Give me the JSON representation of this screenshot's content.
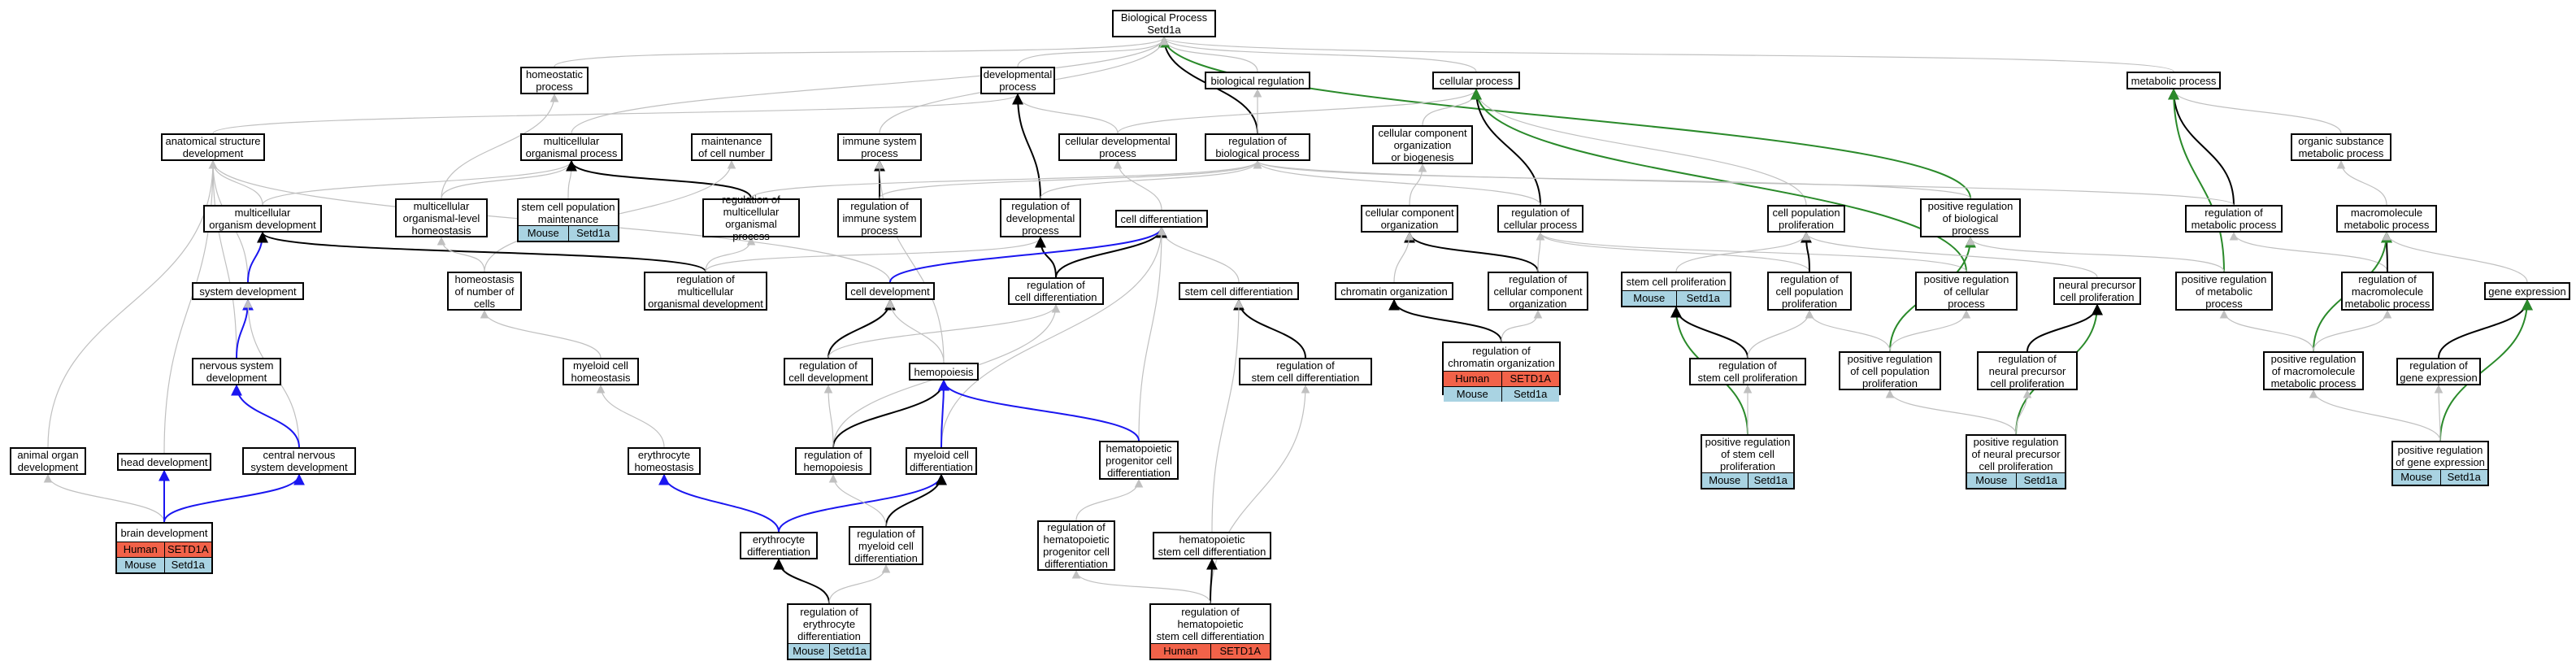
{
  "colors": {
    "gray": "#c0c0c0",
    "black": "#000000",
    "blue": "#1a16f0",
    "green": "#2a8a2a",
    "human": "#f26249",
    "mouse": "#a9d3e2"
  },
  "nodes": {
    "bp": "Biological Process\nSetd1a",
    "homeostatic": "homeostatic\nprocess",
    "dev_proc": "developmental\nprocess",
    "bio_reg": "biological regulation",
    "cell_proc": "cellular process",
    "metabolic": "metabolic process",
    "anat": "anatomical structure\ndevelopment",
    "mult_org": "multicellular\norganismal process",
    "maint_num": "maintenance\nof cell number",
    "immune": "immune system\nprocess",
    "cell_dev_proc": "cellular developmental\nprocess",
    "reg_bio": "regulation of\nbiological process",
    "cc_org": "cellular component\norganization\nor biogenesis",
    "org_sub": "organic substance\nmetabolic process",
    "mult_dev": "multicellular\norganism development",
    "org_homeo": "multicellular\norganismal-level\nhomeostasis",
    "scpm": "stem cell population\nmaintenance",
    "reg_mult_org": "regulation of\nmulticellular\norganismal process",
    "reg_immune": "regulation of\nimmune system\nprocess",
    "reg_dev": "regulation of\ndevelopmental\nprocess",
    "cell_diff": "cell differentiation",
    "cc_organization": "cellular component\norganization",
    "reg_cell_proc": "regulation of\ncellular process",
    "cpp": "cell population\nproliferation",
    "pos_reg_bio": "positive regulation\nof biological\nprocess",
    "reg_met": "regulation of\nmetabolic process",
    "macro_met": "macromolecule\nmetabolic process",
    "sys_dev": "system development",
    "homeo_num": "homeostasis\nof number of\ncells",
    "reg_mult_dev": "regulation of\nmulticellular\norganismal development",
    "cell_dev": "cell development",
    "reg_cell_diff": "regulation of\ncell differentiation",
    "stem_diff": "stem cell differentiation",
    "chrom_org": "chromatin organization",
    "reg_cc_org": "regulation of\ncellular component\norganization",
    "scp": "stem cell proliferation",
    "reg_cpp": "regulation of\ncell population\nproliferation",
    "pos_reg_cell": "positive regulation\nof cellular\nprocess",
    "npcp": "neural precursor\ncell proliferation",
    "pos_reg_met": "positive regulation\nof metabolic\nprocess",
    "reg_macro": "regulation of\nmacromolecule\nmetabolic process",
    "gene_exp": "gene expression",
    "nsd": "nervous system\ndevelopment",
    "myeloid_homeo": "myeloid cell\nhomeostasis",
    "reg_cell_dev": "regulation of\ncell development",
    "hemopoiesis": "hemopoiesis",
    "reg_scd": "regulation of\nstem cell differentiation",
    "reg_chrom": "regulation of\nchromatin organization",
    "reg_scp": "regulation of\nstem cell proliferation",
    "pos_reg_cpp": "positive regulation\nof cell population\nproliferation",
    "reg_npcp": "regulation of\nneural precursor\ncell proliferation",
    "pos_reg_macro": "positive regulation\nof macromolecule\nmetabolic process",
    "reg_gene_exp": "regulation of\ngene expression",
    "animal_organ": "animal organ\ndevelopment",
    "head_dev": "head development",
    "cns": "central nervous\nsystem development",
    "ery_homeo": "erythrocyte\nhomeostasis",
    "reg_hemo": "regulation of\nhemopoiesis",
    "myeloid_diff": "myeloid cell\ndifferentiation",
    "hpcd": "hematopoietic\nprogenitor cell\ndifferentiation",
    "pos_reg_scp": "positive regulation\nof stem cell\nproliferation",
    "pos_reg_npcp": "positive regulation\nof neural precursor\ncell proliferation",
    "pos_reg_gene": "positive regulation\nof gene expression",
    "brain_dev": "brain development",
    "ery_diff": "erythrocyte\ndifferentiation",
    "reg_myeloid": "regulation of\nmyeloid cell\ndifferentiation",
    "reg_hpcd": "regulation of\nhematopoietic\nprogenitor cell\ndifferentiation",
    "hscd": "hematopoietic\nstem cell differentiation",
    "reg_ery": "regulation of\nerythrocyte\ndifferentiation",
    "reg_hscd": "regulation of\nhematopoietic\nstem cell differentiation"
  },
  "annotations": {
    "scpm": [
      [
        "Mouse",
        "Setd1a"
      ]
    ],
    "reg_chrom": [
      [
        "Human",
        "SETD1A"
      ],
      [
        "Mouse",
        "Setd1a"
      ]
    ],
    "scp": [
      [
        "Mouse",
        "Setd1a"
      ]
    ],
    "pos_reg_scp": [
      [
        "Mouse",
        "Setd1a"
      ]
    ],
    "pos_reg_npcp": [
      [
        "Mouse",
        "Setd1a"
      ]
    ],
    "pos_reg_gene": [
      [
        "Mouse",
        "Setd1a"
      ]
    ],
    "brain_dev": [
      [
        "Human",
        "SETD1A"
      ],
      [
        "Mouse",
        "Setd1a"
      ]
    ],
    "reg_ery": [
      [
        "Mouse",
        "Setd1a"
      ]
    ],
    "reg_hscd": [
      [
        "Human",
        "SETD1A"
      ]
    ]
  },
  "edges": [
    [
      "homeostatic",
      "bp",
      "gray"
    ],
    [
      "dev_proc",
      "bp",
      "gray"
    ],
    [
      "bio_reg",
      "bp",
      "gray"
    ],
    [
      "cell_proc",
      "bp",
      "gray"
    ],
    [
      "metabolic",
      "bp",
      "gray"
    ],
    [
      "reg_bio",
      "bp",
      "black"
    ],
    [
      "pos_reg_bio",
      "bp",
      "green"
    ],
    [
      "immune",
      "bp",
      "gray"
    ],
    [
      "mult_org",
      "bp",
      "gray"
    ],
    [
      "anat",
      "dev_proc",
      "gray"
    ],
    [
      "cell_dev_proc",
      "dev_proc",
      "gray"
    ],
    [
      "reg_dev",
      "dev_proc",
      "black"
    ],
    [
      "reg_bio",
      "bio_reg",
      "gray"
    ],
    [
      "cell_dev_proc",
      "cell_proc",
      "gray"
    ],
    [
      "cc_org",
      "cell_proc",
      "gray"
    ],
    [
      "reg_cell_proc",
      "cell_proc",
      "black"
    ],
    [
      "cpp",
      "cell_proc",
      "gray"
    ],
    [
      "pos_reg_cell",
      "cell_proc",
      "green"
    ],
    [
      "org_sub",
      "metabolic",
      "gray"
    ],
    [
      "reg_met",
      "metabolic",
      "black"
    ],
    [
      "pos_reg_met",
      "metabolic",
      "green"
    ],
    [
      "macro_met",
      "org_sub",
      "gray"
    ],
    [
      "mult_dev",
      "anat",
      "gray"
    ],
    [
      "sys_dev",
      "anat",
      "gray"
    ],
    [
      "animal_organ",
      "anat",
      "gray"
    ],
    [
      "head_dev",
      "anat",
      "gray"
    ],
    [
      "nsd",
      "anat",
      "gray"
    ],
    [
      "cell_dev",
      "anat",
      "gray"
    ],
    [
      "mult_dev",
      "mult_org",
      "gray"
    ],
    [
      "org_homeo",
      "mult_org",
      "gray"
    ],
    [
      "scpm",
      "mult_org",
      "gray"
    ],
    [
      "reg_mult_org",
      "mult_org",
      "black"
    ],
    [
      "homeo_num",
      "maint_num",
      "gray"
    ],
    [
      "reg_immune",
      "immune",
      "black"
    ],
    [
      "hemopoiesis",
      "immune",
      "gray"
    ],
    [
      "cell_diff",
      "cell_dev_proc",
      "gray"
    ],
    [
      "reg_mult_org",
      "reg_bio",
      "gray"
    ],
    [
      "reg_immune",
      "reg_bio",
      "gray"
    ],
    [
      "reg_dev",
      "reg_bio",
      "gray"
    ],
    [
      "reg_cell_proc",
      "reg_bio",
      "gray"
    ],
    [
      "pos_reg_bio",
      "reg_bio",
      "gray"
    ],
    [
      "reg_met",
      "reg_bio",
      "gray"
    ],
    [
      "cc_organization",
      "cc_org",
      "gray"
    ],
    [
      "sys_dev",
      "mult_dev",
      "blue"
    ],
    [
      "reg_mult_dev",
      "mult_dev",
      "black"
    ],
    [
      "org_homeo",
      "homeostatic",
      "gray"
    ],
    [
      "homeo_num",
      "org_homeo",
      "gray"
    ],
    [
      "reg_mult_dev",
      "reg_mult_org",
      "gray"
    ],
    [
      "reg_mult_dev",
      "reg_dev",
      "gray"
    ],
    [
      "reg_cell_diff",
      "reg_dev",
      "black"
    ],
    [
      "cell_dev",
      "cell_diff",
      "blue"
    ],
    [
      "stem_diff",
      "cell_diff",
      "gray"
    ],
    [
      "reg_cell_diff",
      "cell_diff",
      "black"
    ],
    [
      "myeloid_diff",
      "cell_diff",
      "gray"
    ],
    [
      "hpcd",
      "cell_diff",
      "gray"
    ],
    [
      "reg_cc_org",
      "cc_organization",
      "black"
    ],
    [
      "chrom_org",
      "cc_organization",
      "gray"
    ],
    [
      "reg_cc_org",
      "reg_cell_proc",
      "gray"
    ],
    [
      "pos_reg_cell",
      "reg_cell_proc",
      "gray"
    ],
    [
      "reg_cpp",
      "reg_cell_proc",
      "gray"
    ],
    [
      "reg_macro",
      "reg_met",
      "gray"
    ],
    [
      "scp",
      "cpp",
      "gray"
    ],
    [
      "reg_cpp",
      "cpp",
      "black"
    ],
    [
      "pos_reg_cpp",
      "pos_reg_bio",
      "green"
    ],
    [
      "npcp",
      "cpp",
      "gray"
    ],
    [
      "pos_reg_met",
      "pos_reg_bio",
      "gray"
    ],
    [
      "reg_macro",
      "macro_met",
      "black"
    ],
    [
      "pos_reg_macro",
      "macro_met",
      "green"
    ],
    [
      "gene_exp",
      "macro_met",
      "gray"
    ],
    [
      "nsd",
      "sys_dev",
      "blue"
    ],
    [
      "cns",
      "sys_dev",
      "gray"
    ],
    [
      "myeloid_homeo",
      "homeo_num",
      "gray"
    ],
    [
      "reg_cell_dev",
      "cell_dev",
      "black"
    ],
    [
      "hemopoiesis",
      "cell_dev",
      "gray"
    ],
    [
      "reg_cell_dev",
      "reg_cell_diff",
      "gray"
    ],
    [
      "reg_hemo",
      "reg_cell_diff",
      "gray"
    ],
    [
      "reg_scd",
      "stem_diff",
      "black"
    ],
    [
      "hscd",
      "stem_diff",
      "gray"
    ],
    [
      "reg_chrom",
      "chrom_org",
      "black"
    ],
    [
      "reg_chrom",
      "reg_cc_org",
      "gray"
    ],
    [
      "pos_reg_scp",
      "scp",
      "green"
    ],
    [
      "reg_scp",
      "scp",
      "black"
    ],
    [
      "pos_reg_cpp",
      "reg_cpp",
      "gray"
    ],
    [
      "reg_scp",
      "reg_cpp",
      "gray"
    ],
    [
      "pos_reg_cpp",
      "pos_reg_cell",
      "gray"
    ],
    [
      "pos_reg_npcp",
      "npcp",
      "green"
    ],
    [
      "reg_npcp",
      "npcp",
      "black"
    ],
    [
      "pos_reg_macro",
      "pos_reg_met",
      "gray"
    ],
    [
      "pos_reg_macro",
      "reg_macro",
      "gray"
    ],
    [
      "reg_gene_exp",
      "gene_exp",
      "black"
    ],
    [
      "pos_reg_gene",
      "gene_exp",
      "green"
    ],
    [
      "cns",
      "nsd",
      "blue"
    ],
    [
      "brain_dev",
      "cns",
      "blue"
    ],
    [
      "ery_homeo",
      "myeloid_homeo",
      "gray"
    ],
    [
      "reg_hemo",
      "hemopoiesis",
      "black"
    ],
    [
      "myeloid_diff",
      "hemopoiesis",
      "blue"
    ],
    [
      "hpcd",
      "hemopoiesis",
      "blue"
    ],
    [
      "reg_hemo",
      "reg_cell_dev",
      "gray"
    ],
    [
      "reg_hscd",
      "reg_scd",
      "gray"
    ],
    [
      "pos_reg_scp",
      "reg_scp",
      "gray"
    ],
    [
      "pos_reg_npcp",
      "reg_npcp",
      "gray"
    ],
    [
      "pos_reg_npcp",
      "pos_reg_cpp",
      "gray"
    ],
    [
      "pos_reg_gene",
      "pos_reg_macro",
      "gray"
    ],
    [
      "pos_reg_gene",
      "reg_gene_exp",
      "gray"
    ],
    [
      "brain_dev",
      "animal_organ",
      "gray"
    ],
    [
      "brain_dev",
      "head_dev",
      "blue"
    ],
    [
      "ery_diff",
      "ery_homeo",
      "blue"
    ],
    [
      "ery_diff",
      "myeloid_diff",
      "blue"
    ],
    [
      "reg_myeloid",
      "myeloid_diff",
      "black"
    ],
    [
      "reg_myeloid",
      "reg_hemo",
      "gray"
    ],
    [
      "reg_ery",
      "ery_diff",
      "black"
    ],
    [
      "reg_ery",
      "reg_myeloid",
      "gray"
    ],
    [
      "reg_hpcd",
      "hpcd",
      "gray"
    ],
    [
      "reg_hscd",
      "hscd",
      "black"
    ],
    [
      "reg_hscd",
      "reg_hpcd",
      "gray"
    ]
  ]
}
